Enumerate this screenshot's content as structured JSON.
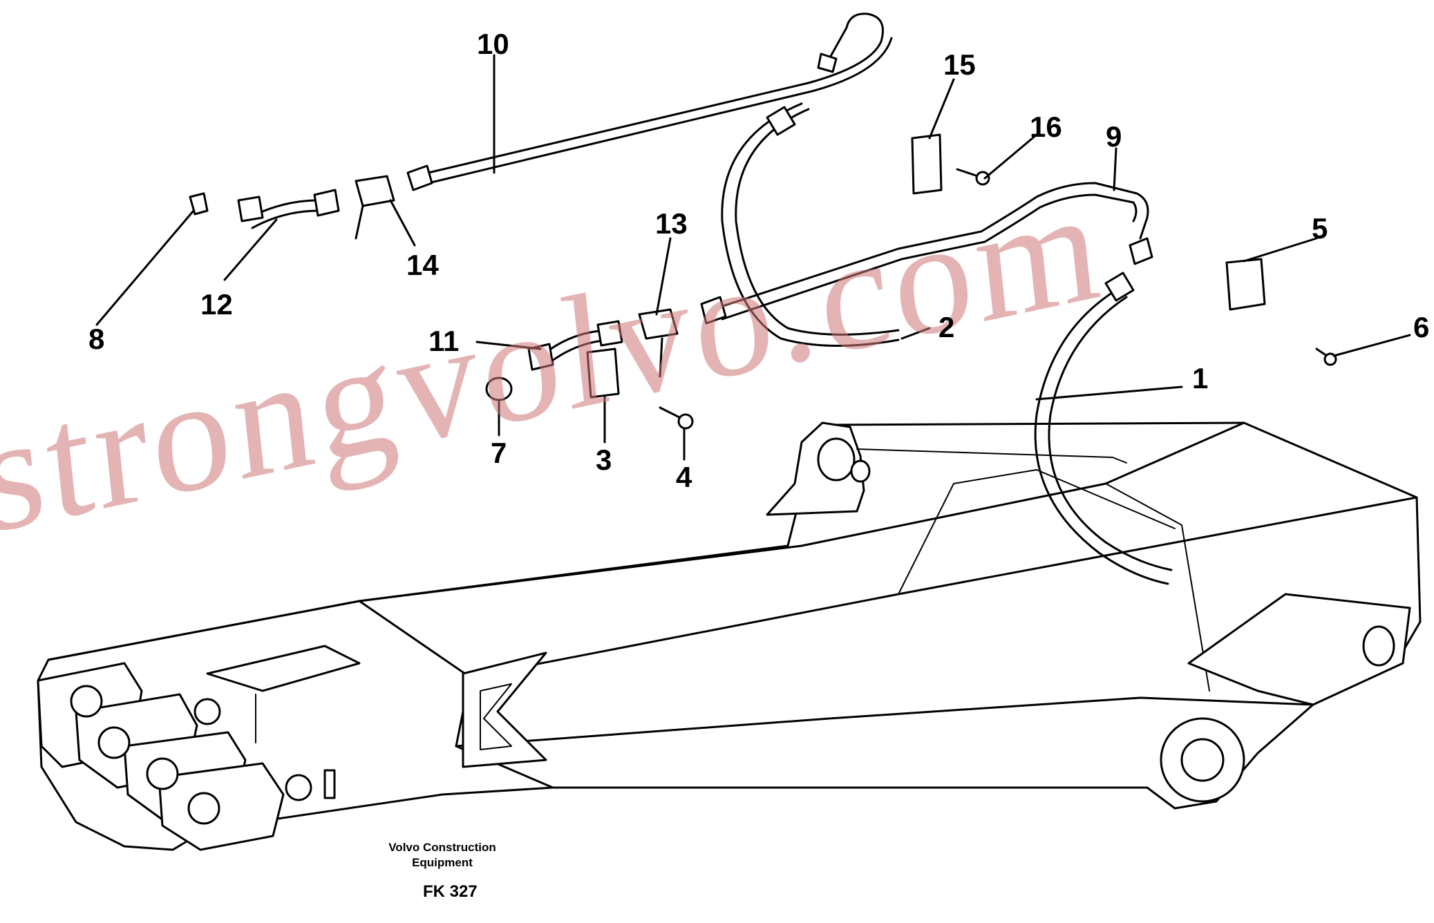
{
  "diagram": {
    "callouts": [
      "1",
      "2",
      "3",
      "4",
      "5",
      "6",
      "7",
      "8",
      "9",
      "10",
      "11",
      "12",
      "13",
      "14",
      "15",
      "16"
    ],
    "caption_line1": "Volvo Construction",
    "caption_line2": "Equipment",
    "figure_code": "FK 327",
    "watermark": "strongvolvo.com"
  }
}
